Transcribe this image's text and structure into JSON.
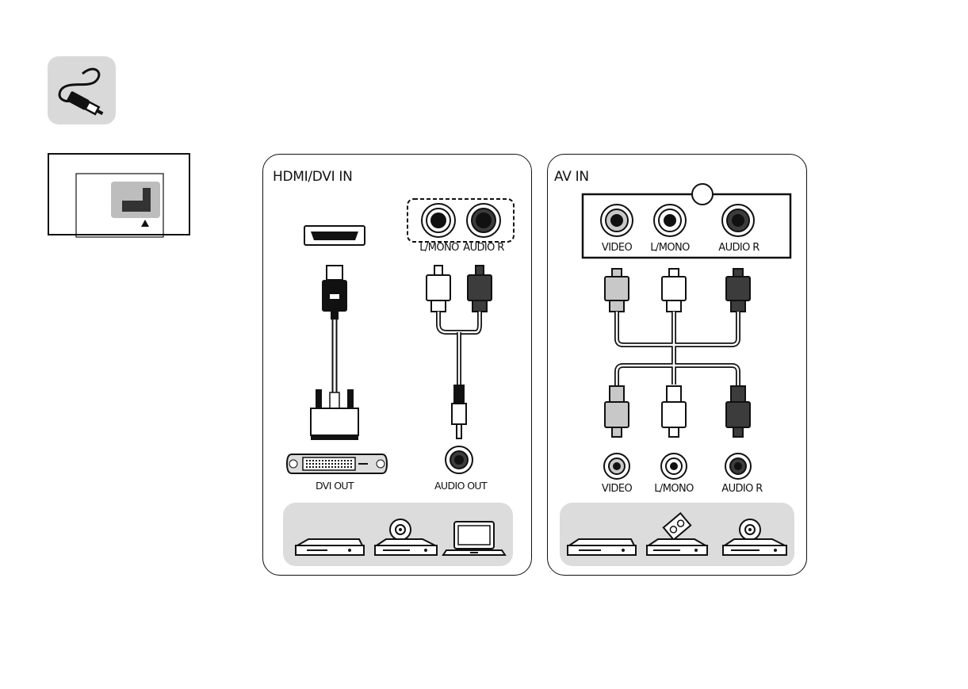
{
  "hdmi_panel": {
    "title": "HDMI/DVI IN",
    "port_labels": [
      "L/MONO",
      "AUDIO R"
    ],
    "source_labels": [
      "DVI OUT",
      "AUDIO OUT"
    ],
    "devices": [
      "set-top-box",
      "dvd-player",
      "laptop"
    ]
  },
  "av_panel": {
    "title": "AV IN",
    "port_labels": [
      "VIDEO",
      "L/MONO",
      "AUDIO R"
    ],
    "source_labels": [
      "VIDEO",
      "L/MONO",
      "AUDIO R"
    ],
    "devices": [
      "set-top-box",
      "vcr",
      "dvd-player"
    ]
  },
  "colors": {
    "video_plug": "#c8c8c8",
    "white_plug": "#ffffff",
    "red_plug": "#3c3c3c",
    "icon_bg": "#d9d9d9",
    "tray_bg": "#dcdcdc"
  }
}
